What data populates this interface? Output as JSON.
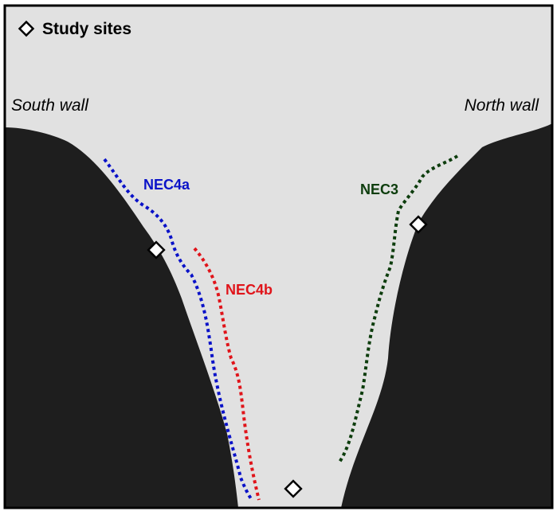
{
  "legend": {
    "symbol": "diamond",
    "label": "Study sites"
  },
  "walls": {
    "south": "South wall",
    "north": "North wall"
  },
  "transects": [
    {
      "id": "nec4a",
      "label": "NEC4a",
      "color": "#0a12c8"
    },
    {
      "id": "nec4b",
      "label": "NEC4b",
      "color": "#e0141a"
    },
    {
      "id": "nec3",
      "label": "NEC3",
      "color": "#0d3d0d"
    }
  ],
  "colors": {
    "background": "#e1e1e1",
    "rock": "#1e1e1e",
    "border": "#000000",
    "marker_fill": "#ffffff",
    "marker_stroke": "#000000"
  }
}
